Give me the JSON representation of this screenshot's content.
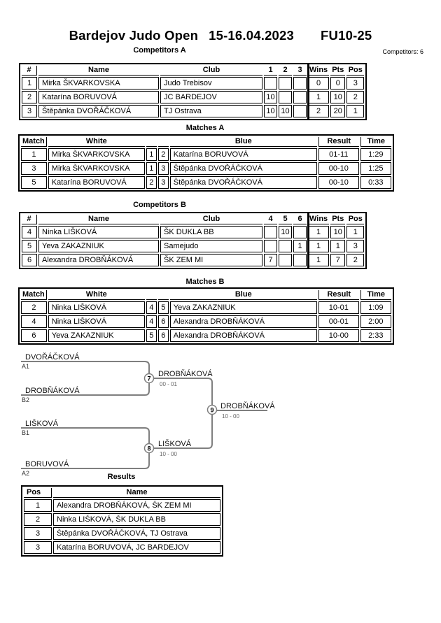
{
  "header": {
    "event": "Bardejov Judo Open",
    "date": "15-16.04.2023",
    "category": "FU10-25",
    "competitors_count": "Competitors: 6"
  },
  "sections": {
    "comp_a": "Competitors A",
    "matches_a": "Matches A",
    "comp_b": "Competitors B",
    "matches_b": "Matches B",
    "results": "Results"
  },
  "comp_headers": {
    "num": "#",
    "name": "Name",
    "club": "Club",
    "wins": "Wins",
    "pts": "Pts",
    "pos": "Pos"
  },
  "match_headers": {
    "match": "Match",
    "white": "White",
    "blue": "Blue",
    "result": "Result",
    "time": "Time"
  },
  "results_headers": {
    "pos": "Pos",
    "name": "Name"
  },
  "comp_a": {
    "round_cols": [
      "1",
      "2",
      "3"
    ],
    "rows": [
      {
        "num": "1",
        "name": "Mirka ŠKVARKOVSKA",
        "club": "Judo Trebisov",
        "r1": "",
        "r2": "",
        "r3": "",
        "wins": "0",
        "pts": "0",
        "pos": "3"
      },
      {
        "num": "2",
        "name": "Katarína BORUVOVÁ",
        "club": "JC BARDEJOV",
        "r1": "10",
        "r2": "",
        "r3": "",
        "wins": "1",
        "pts": "10",
        "pos": "2"
      },
      {
        "num": "3",
        "name": "Štěpánka DVOŘÁČKOVÁ",
        "club": "TJ Ostrava",
        "r1": "10",
        "r2": "10",
        "r3": "",
        "wins": "2",
        "pts": "20",
        "pos": "1"
      }
    ]
  },
  "matches_a": {
    "rows": [
      {
        "match": "1",
        "white": "Mirka ŠKVARKOVSKA",
        "wnum": "1",
        "bnum": "2",
        "blue": "Katarína BORUVOVÁ",
        "result": "01-11",
        "time": "1:29"
      },
      {
        "match": "3",
        "white": "Mirka ŠKVARKOVSKA",
        "wnum": "1",
        "bnum": "3",
        "blue": "Štěpánka DVOŘÁČKOVÁ",
        "result": "00-10",
        "time": "1:25"
      },
      {
        "match": "5",
        "white": "Katarína BORUVOVÁ",
        "wnum": "2",
        "bnum": "3",
        "blue": "Štěpánka DVOŘÁČKOVÁ",
        "result": "00-10",
        "time": "0:33"
      }
    ]
  },
  "comp_b": {
    "round_cols": [
      "4",
      "5",
      "6"
    ],
    "rows": [
      {
        "num": "4",
        "name": "Ninka LIŠKOVÁ",
        "club": "ŠK DUKLA BB",
        "r1": "",
        "r2": "10",
        "r3": "",
        "wins": "1",
        "pts": "10",
        "pos": "1"
      },
      {
        "num": "5",
        "name": "Yeva ZAKAZNIUK",
        "club": "Samejudo",
        "r1": "",
        "r2": "",
        "r3": "1",
        "wins": "1",
        "pts": "1",
        "pos": "3"
      },
      {
        "num": "6",
        "name": "Alexandra DROBŇÁKOVÁ",
        "club": "ŠK ZEM MI",
        "r1": "7",
        "r2": "",
        "r3": "",
        "wins": "1",
        "pts": "7",
        "pos": "2"
      }
    ]
  },
  "matches_b": {
    "rows": [
      {
        "match": "2",
        "white": "Ninka LIŠKOVÁ",
        "wnum": "4",
        "bnum": "5",
        "blue": "Yeva ZAKAZNIUK",
        "result": "10-01",
        "time": "1:09"
      },
      {
        "match": "4",
        "white": "Ninka LIŠKOVÁ",
        "wnum": "4",
        "bnum": "6",
        "blue": "Alexandra DROBŇÁKOVÁ",
        "result": "00-01",
        "time": "2:00"
      },
      {
        "match": "6",
        "white": "Yeva ZAKAZNIUK",
        "wnum": "5",
        "bnum": "6",
        "blue": "Alexandra DROBŇÁKOVÁ",
        "result": "10-00",
        "time": "2:33"
      }
    ]
  },
  "bracket": {
    "line_color": "#7f7f7f",
    "seeds": [
      {
        "name": "DVOŘÁČKOVÁ",
        "label": "A1"
      },
      {
        "name": "DROBŇÁKOVÁ",
        "label": "B2"
      },
      {
        "name": "LIŠKOVÁ",
        "label": "B1"
      },
      {
        "name": "BORUVOVÁ",
        "label": "A2"
      }
    ],
    "matches": [
      {
        "number": "7",
        "winner": "DROBŇÁKOVÁ",
        "score": "00 - 01"
      },
      {
        "number": "8",
        "winner": "LIŠKOVÁ",
        "score": "10 - 00"
      },
      {
        "number": "9",
        "winner": "DROBŇÁKOVÁ",
        "score": "10 - 00"
      }
    ]
  },
  "results": {
    "rows": [
      {
        "pos": "1",
        "name": "Alexandra DROBŇÁKOVÁ, ŠK ZEM MI"
      },
      {
        "pos": "2",
        "name": "Ninka LIŠKOVÁ, ŠK DUKLA BB"
      },
      {
        "pos": "3",
        "name": "Štěpánka DVOŘÁČKOVÁ, TJ Ostrava"
      },
      {
        "pos": "3",
        "name": "Katarína BORUVOVÁ, JC BARDEJOV"
      }
    ]
  }
}
